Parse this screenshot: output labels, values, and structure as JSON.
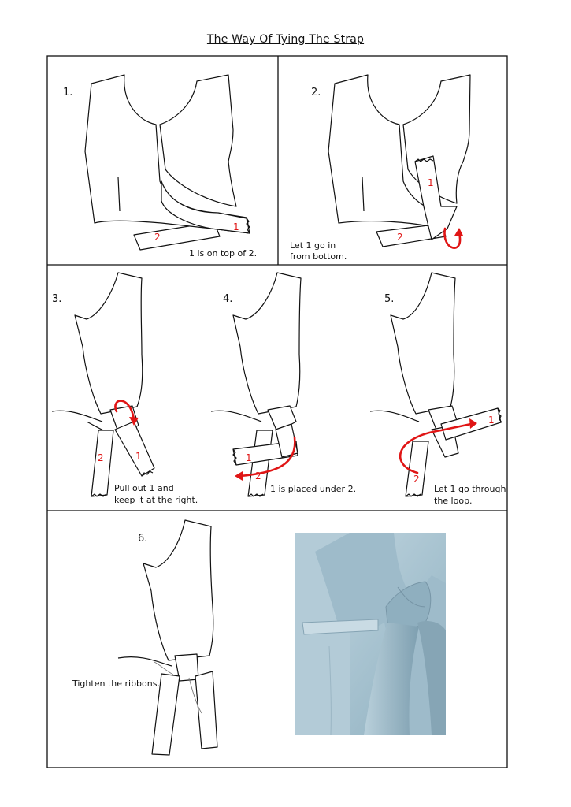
{
  "title": "The Way Of Tying The Strap",
  "steps": [
    {
      "number": "1.",
      "caption": [
        "1 is on top of 2."
      ]
    },
    {
      "number": "2.",
      "caption": [
        "Let 1 go in",
        "from bottom."
      ]
    },
    {
      "number": "3.",
      "caption": [
        "Pull out 1 and",
        "keep it at the right."
      ]
    },
    {
      "number": "4.",
      "caption": [
        "1 is placed under 2."
      ]
    },
    {
      "number": "5.",
      "caption": [
        "Let 1 go through",
        "the loop."
      ]
    },
    {
      "number": "6.",
      "caption": [
        "Tighten the ribbons."
      ]
    }
  ],
  "strap_labels": {
    "one": "1",
    "two": "2"
  },
  "colors": {
    "line": "#111111",
    "arrow": "#e01515",
    "photo_fabric": "#a9c4d1"
  }
}
